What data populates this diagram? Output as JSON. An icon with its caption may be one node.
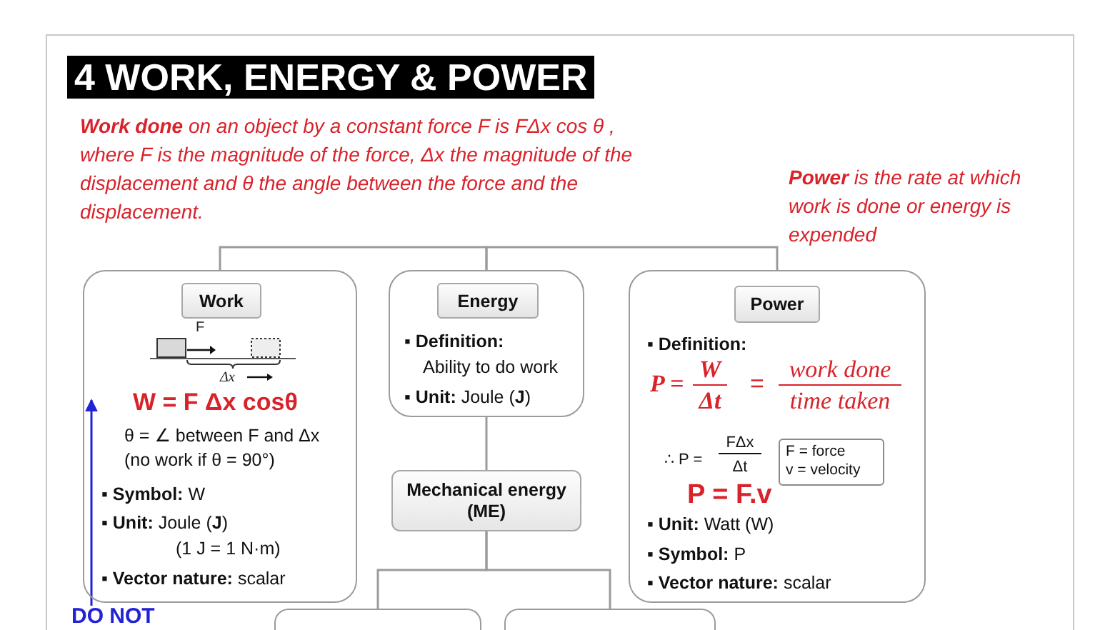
{
  "diagram": {
    "title": "4 WORK, ENERGY & POWER",
    "nodes": [
      {
        "text": [
          "W = F Δx cosθ",
          "θ = ∠ between F and Δx",
          "(no work if θ = 90°)",
          "▪ **Symbol:** W",
          "▪ **Unit:** Joule (**J**)",
          "(1 J = 1 N·m)",
          "▪ **Vector nature:** scalar"
        ]
      },
      {
        "text": [
          "Work"
        ],
        "in": 0
      },
      {
        "text": [
          "▪ **Definition:**",
          "Ability to do work",
          "▪ **Unit:** Joule (**J**)"
        ]
      },
      {
        "text": [
          "Energy"
        ],
        "in": 2
      },
      {
        "text": [
          "▪ **Definition:**",
          "P =",
          "W",
          "Δt",
          "=",
          "work done",
          "time taken",
          "∴ P =",
          "FΔx",
          "Δt",
          "P = F.v",
          "▪ **Unit:** Watt (W)",
          "▪ **Symbol:** P",
          "▪ **Vector nature:** scalar"
        ]
      },
      {
        "text": [
          "Power"
        ],
        "in": 4
      },
      {
        "text": [
          "F = force",
          "v = velocity"
        ],
        "in": 4
      },
      {
        "text": [
          "Mechanical energy (ME)"
        ]
      },
      {
        "text": [],
        "shape": "box"
      },
      {
        "text": [],
        "shape": "box"
      },
      {
        "text": [
          "DO NOT"
        ]
      }
    ],
    "edges": [
      {
        "from": 0,
        "to": 2,
        "arrow": "none"
      },
      {
        "from": 2,
        "to": 4,
        "arrow": "none"
      },
      {
        "from": 2,
        "to": 7,
        "arrow": "none"
      },
      {
        "from": 7,
        "to": 8,
        "arrow": "none"
      },
      {
        "from": 7,
        "to": 9,
        "arrow": "none"
      },
      {
        "from": 10,
        "to": 0,
        "arrow": "to",
        "color": "#2323d6"
      }
    ],
    "labels": [
      "**Work done** on an object by a constant force F is FΔx cos θ , where F is the magnitude of the force, Δx the magnitude of the displacement and θ the angle between the force and the displacement.",
      "**Power** is the rate at which work is done or energy is expended",
      "F",
      "Δx"
    ]
  }
}
